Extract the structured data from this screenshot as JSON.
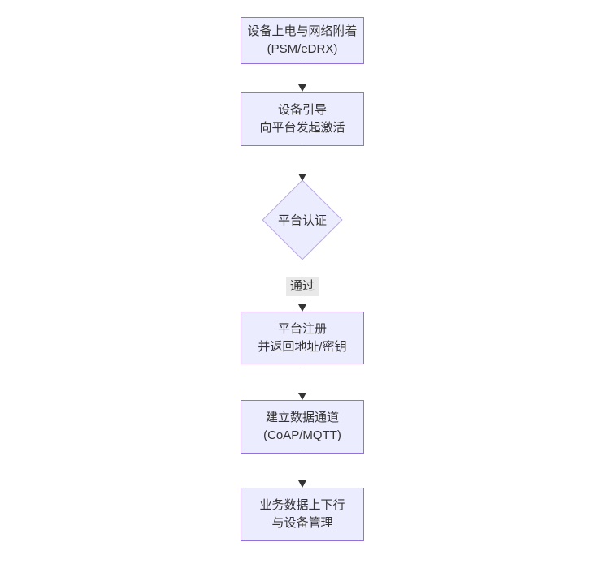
{
  "diagram": {
    "type": "flowchart",
    "direction": "top-down",
    "colors": {
      "background": "#ffffff",
      "node_fill": "#ECECFF",
      "node_border": "#9370DB",
      "edge_line": "#333333",
      "text": "#333333",
      "edge_label_bg": "#e8e8e8"
    },
    "nodes": [
      {
        "id": "power-attach",
        "shape": "rect",
        "lines": [
          "设备上电与网络附着",
          "(PSM/eDRX)"
        ]
      },
      {
        "id": "bootstrap",
        "shape": "rect",
        "lines": [
          "设备引导",
          "向平台发起激活"
        ]
      },
      {
        "id": "platform-auth",
        "shape": "diamond",
        "lines": [
          "平台认证"
        ]
      },
      {
        "id": "register",
        "shape": "rect",
        "lines": [
          "平台注册",
          "并返回地址/密钥"
        ]
      },
      {
        "id": "data-channel",
        "shape": "rect",
        "lines": [
          "建立数据通道",
          "(CoAP/MQTT)"
        ]
      },
      {
        "id": "business-data",
        "shape": "rect",
        "lines": [
          "业务数据上下行",
          "与设备管理"
        ]
      }
    ],
    "edges": [
      {
        "from": "power-attach",
        "to": "bootstrap",
        "label": ""
      },
      {
        "from": "bootstrap",
        "to": "platform-auth",
        "label": ""
      },
      {
        "from": "platform-auth",
        "to": "register",
        "label": "通过"
      },
      {
        "from": "register",
        "to": "data-channel",
        "label": ""
      },
      {
        "from": "data-channel",
        "to": "business-data",
        "label": ""
      }
    ]
  }
}
